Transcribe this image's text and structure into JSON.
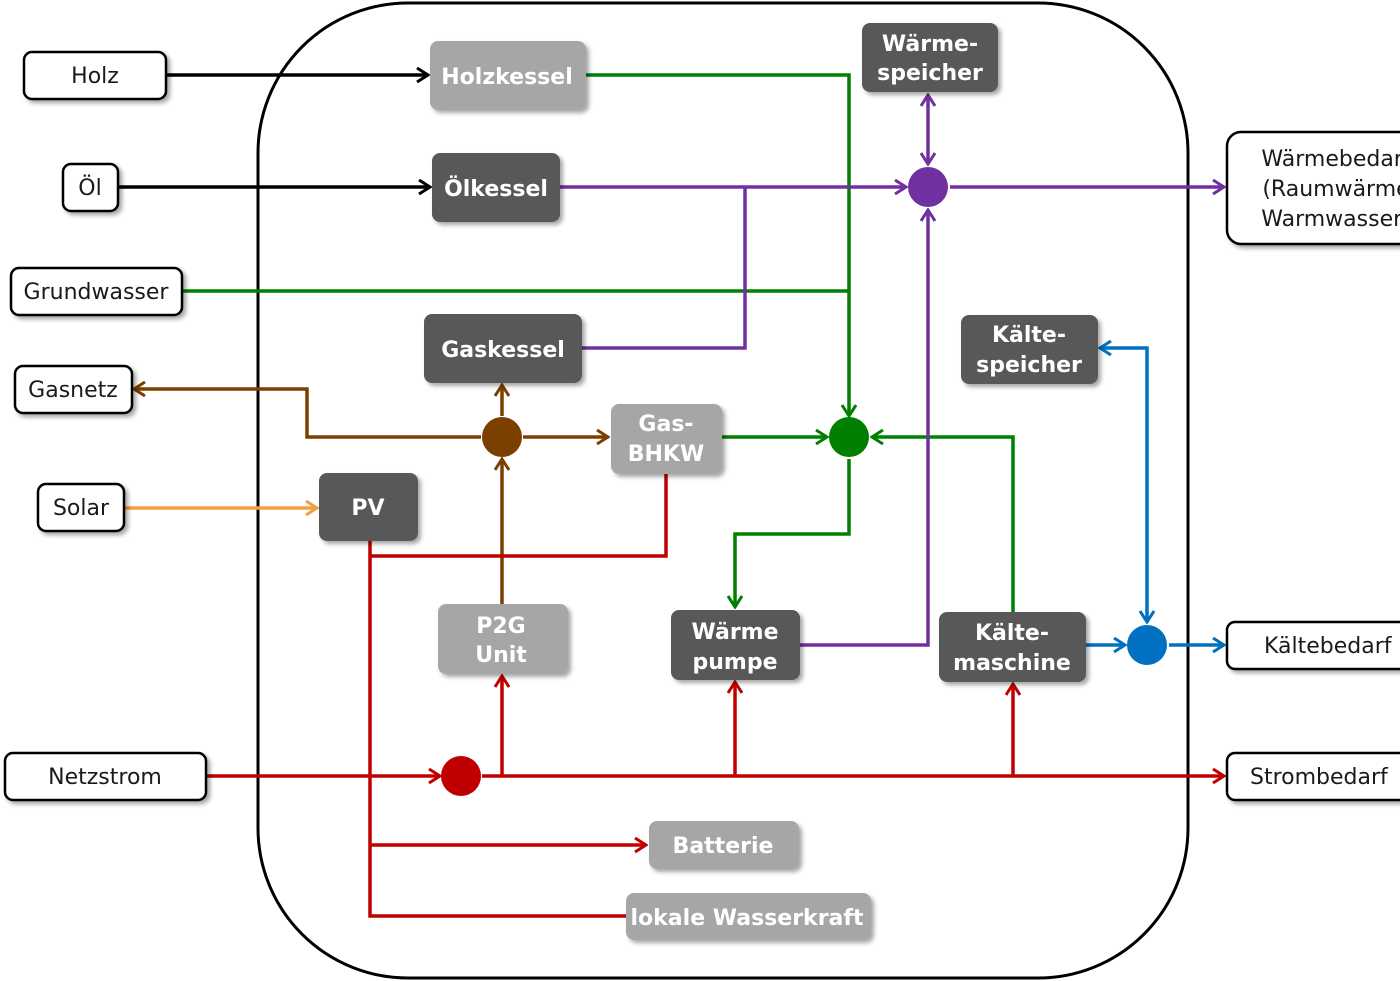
{
  "colors": {
    "fuel": "#000000",
    "heat": "#7030a0",
    "ambient": "#008000",
    "gas": "#7b3f00",
    "solar": "#f4a041",
    "electricity": "#c00000",
    "cold": "#0070c0",
    "tech_active": "#595959",
    "tech_inactive": "#a6a6a6"
  },
  "inputs": {
    "holz": "Holz",
    "oel": "Öl",
    "grundwasser": "Grundwasser",
    "gasnetz": "Gasnetz",
    "solar": "Solar",
    "netzstrom": "Netzstrom"
  },
  "outputs": {
    "waermebedarf": [
      "Wärmebedarf",
      "(Raumwärme",
      "Warmwasser)"
    ],
    "kaeltebedarf": "Kältebedarf",
    "strombedarf": "Strombedarf"
  },
  "technologies": {
    "holzkessel": "Holzkessel",
    "oelkessel": "Ölkessel",
    "gaskessel": "Gaskessel",
    "waermespeicher": [
      "Wärme-",
      "speicher"
    ],
    "kaeltespeicher": [
      "Kälte-",
      "speicher"
    ],
    "gas_bhkw": [
      "Gas-",
      "BHKW"
    ],
    "pv": "PV",
    "p2g": [
      "P2G",
      "Unit"
    ],
    "waermepumpe": [
      "Wärme",
      "pumpe"
    ],
    "kaeltemaschine": [
      "Kälte-",
      "maschine"
    ],
    "batterie": "Batterie",
    "wasserkraft": "lokale Wasserkraft"
  }
}
